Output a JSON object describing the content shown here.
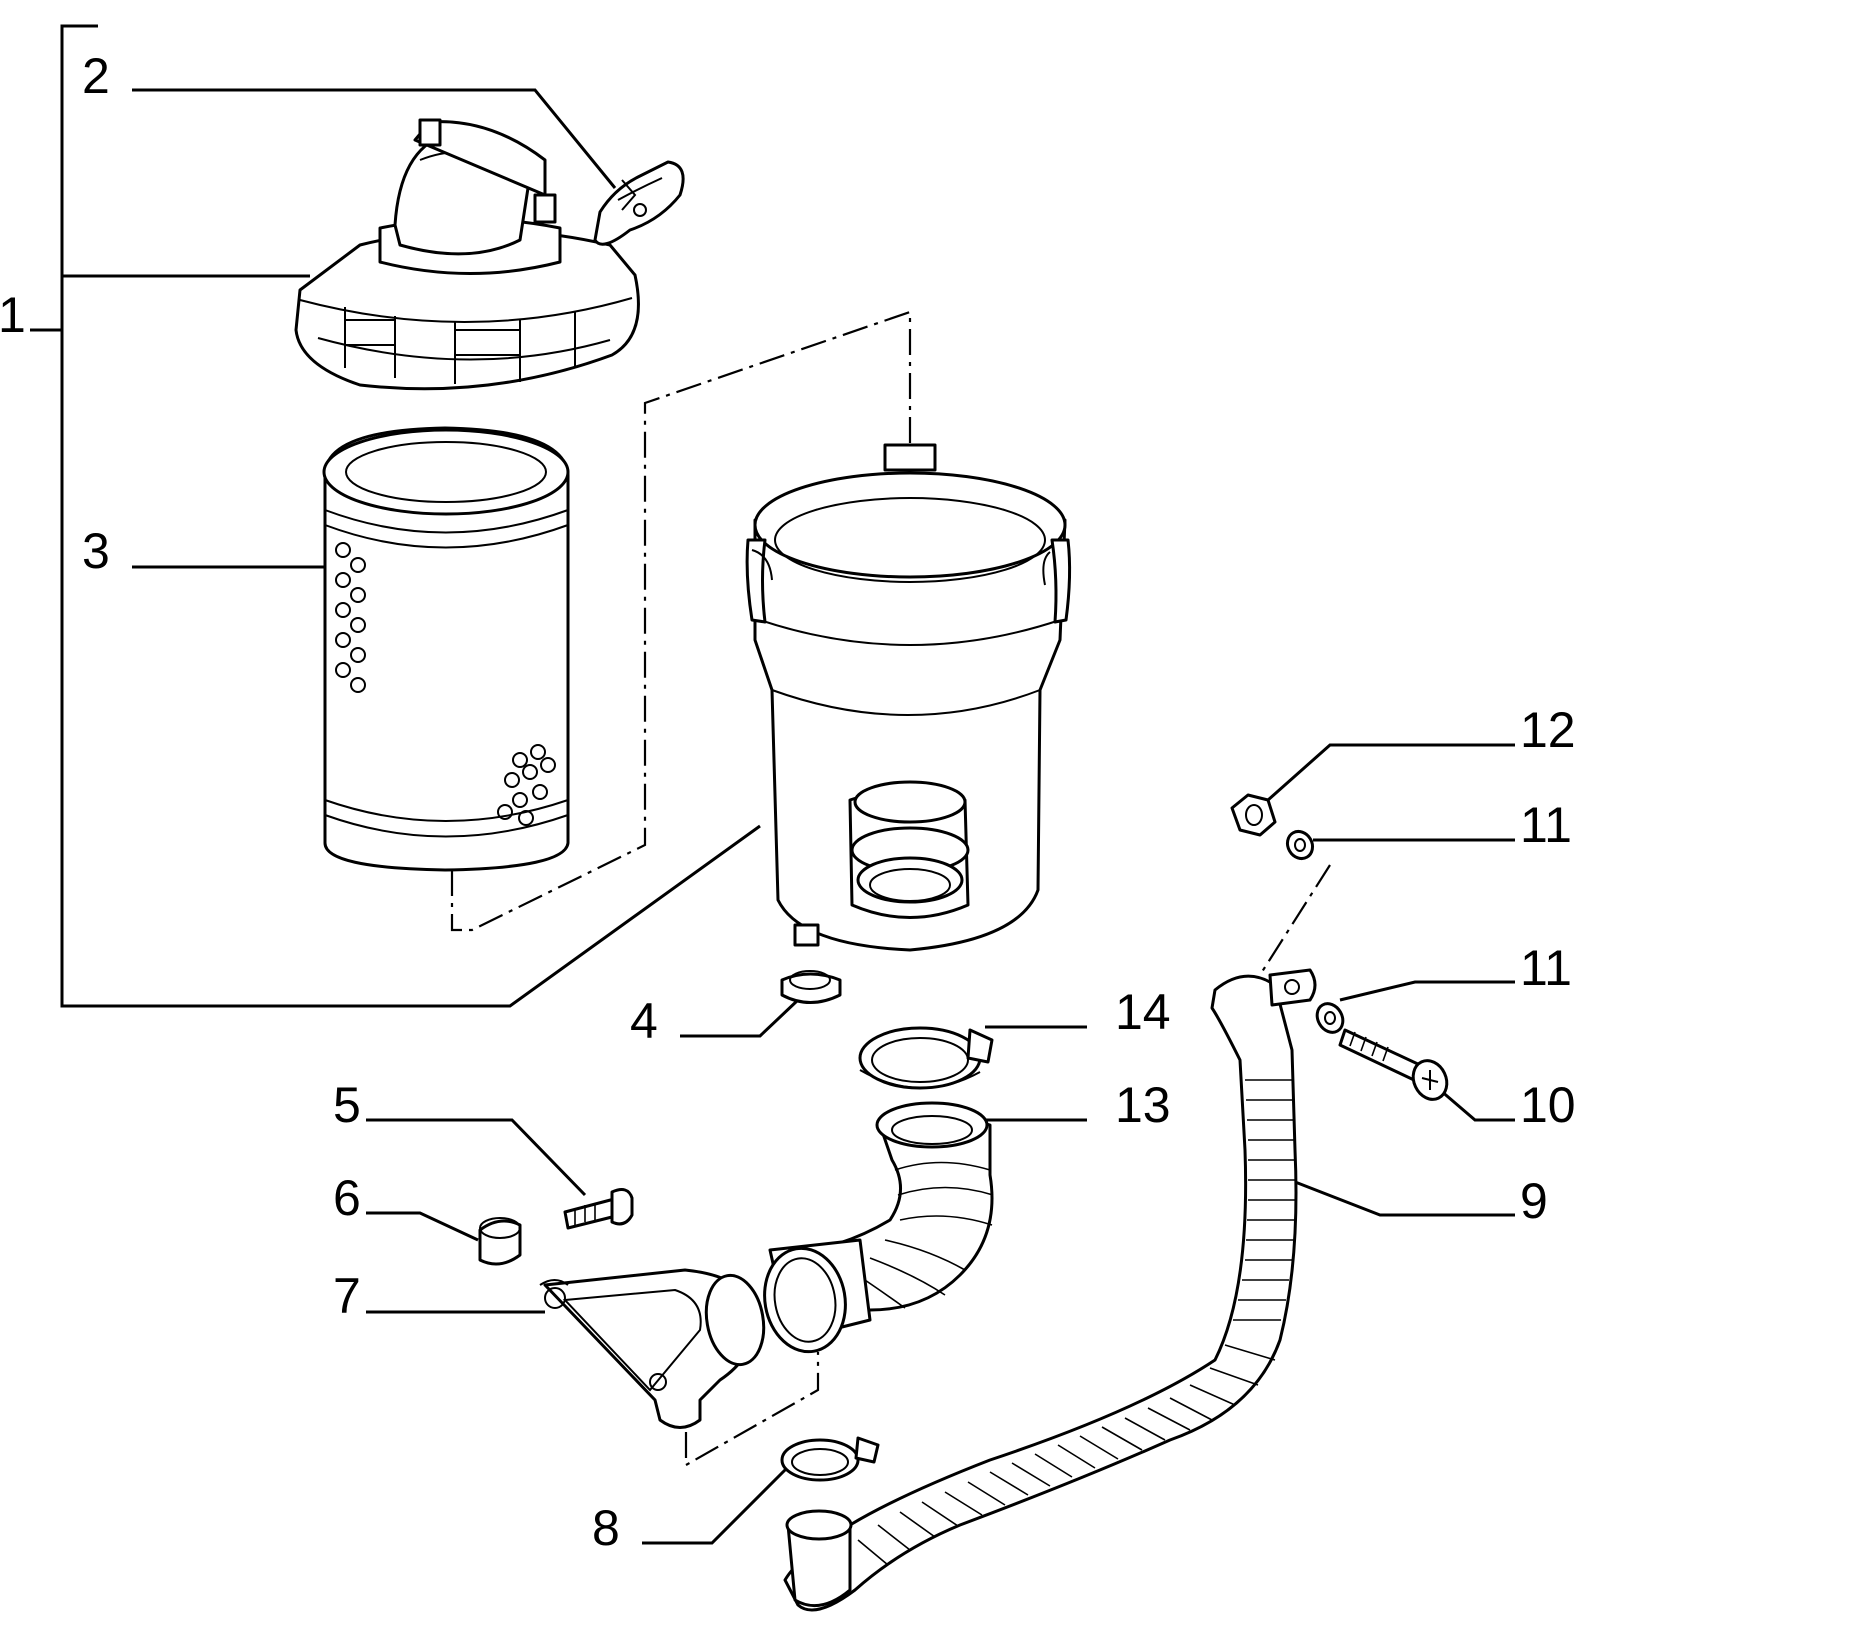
{
  "callouts": {
    "c1": "1",
    "c2": "2",
    "c3": "3",
    "c4": "4",
    "c5": "5",
    "c6": "6",
    "c7": "7",
    "c8": "8",
    "c9": "9",
    "c10": "10",
    "c11a": "11",
    "c11b": "11",
    "c12": "12",
    "c13": "13",
    "c14": "14"
  },
  "colors": {
    "ink": "#000000",
    "paper": "#ffffff"
  }
}
